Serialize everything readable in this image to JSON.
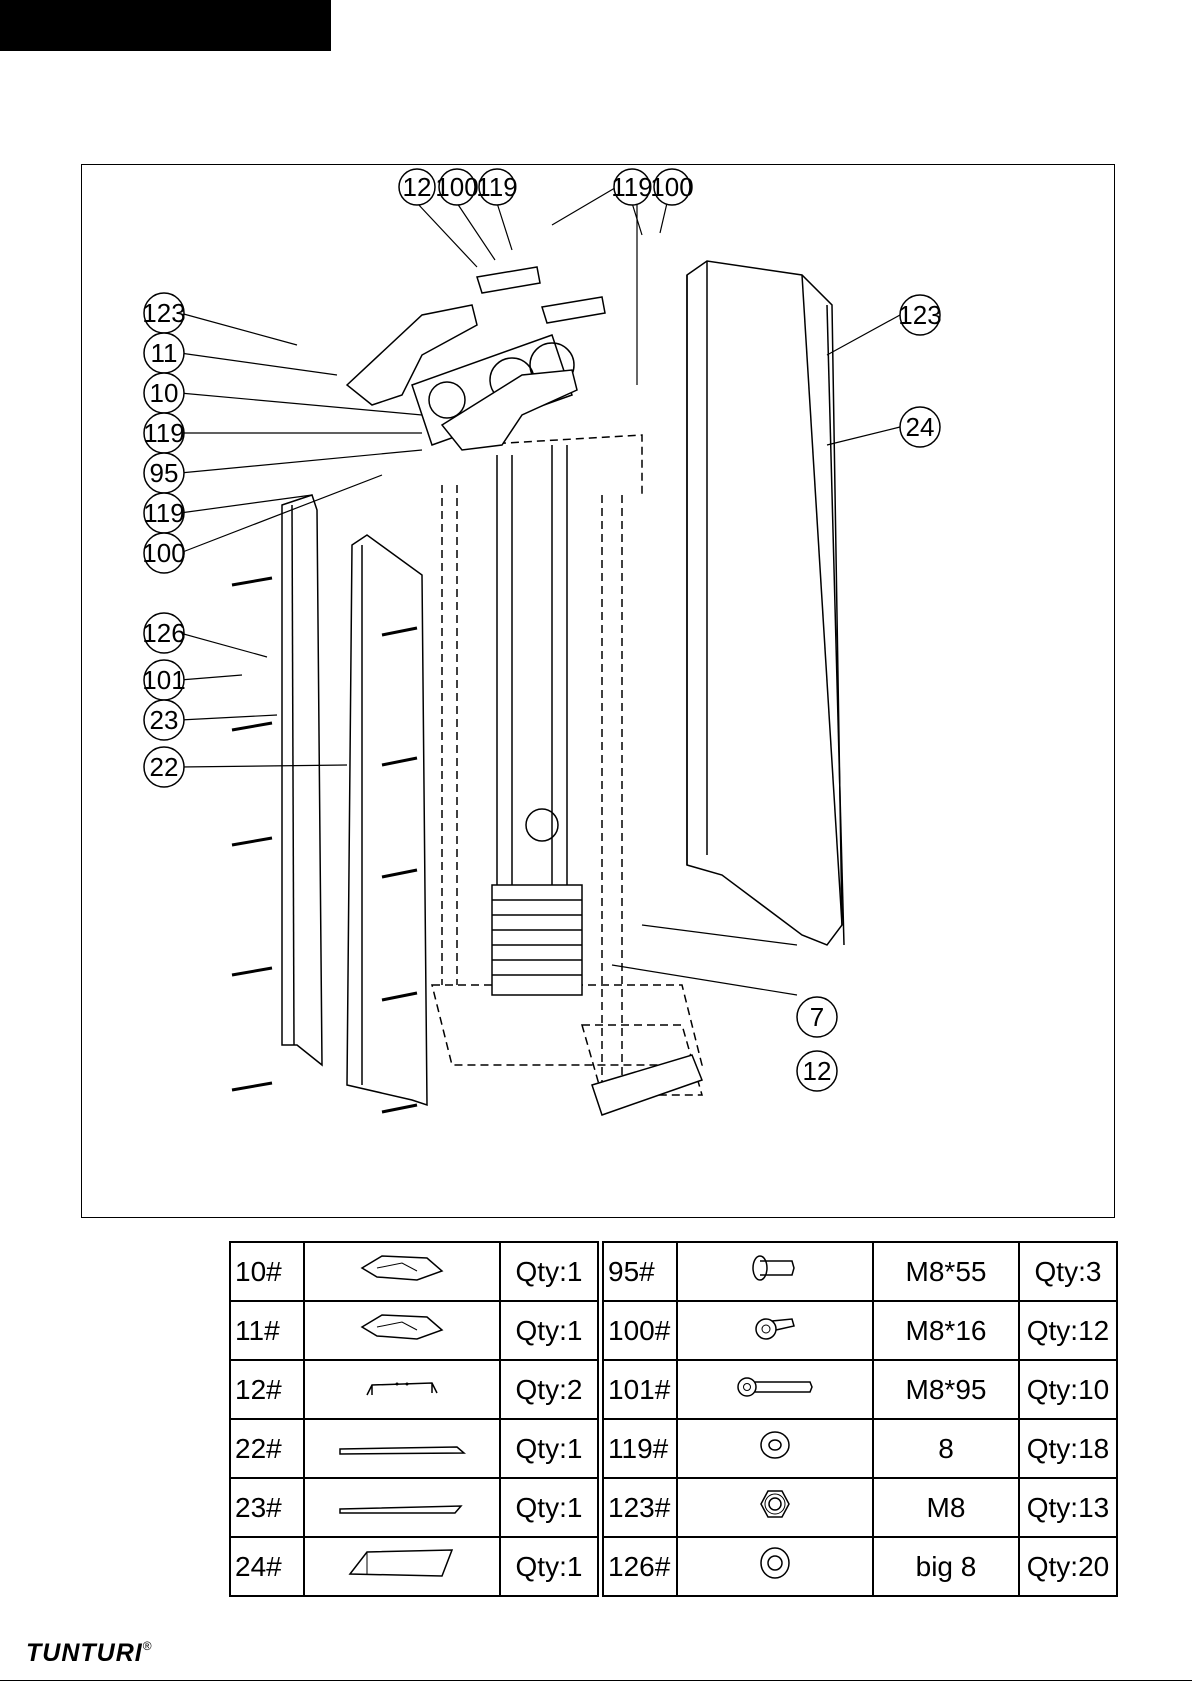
{
  "diagram": {
    "callouts": [
      {
        "id": "c-12-top",
        "label": "12"
      },
      {
        "id": "c-100-top",
        "label": "100"
      },
      {
        "id": "c-119-top",
        "label": "119"
      },
      {
        "id": "c-119-top-right",
        "label": "119"
      },
      {
        "id": "c-100-top-right",
        "label": "100"
      },
      {
        "id": "c-123-left",
        "label": "123"
      },
      {
        "id": "c-11",
        "label": "11"
      },
      {
        "id": "c-10",
        "label": "10"
      },
      {
        "id": "c-119-left",
        "label": "119"
      },
      {
        "id": "c-95",
        "label": "95"
      },
      {
        "id": "c-119-left2",
        "label": "119"
      },
      {
        "id": "c-100-left",
        "label": "100"
      },
      {
        "id": "c-126",
        "label": "126"
      },
      {
        "id": "c-101",
        "label": "101"
      },
      {
        "id": "c-23",
        "label": "23"
      },
      {
        "id": "c-22",
        "label": "22"
      },
      {
        "id": "c-123-right",
        "label": "123"
      },
      {
        "id": "c-24",
        "label": "24"
      },
      {
        "id": "c-7",
        "label": "7"
      },
      {
        "id": "c-12-bottom",
        "label": "12"
      }
    ]
  },
  "parts_left": [
    {
      "num": "10#",
      "icon": "pulley-bracket-icon",
      "qty": "Qty:1"
    },
    {
      "num": "11#",
      "icon": "pulley-bracket-icon",
      "qty": "Qty:1"
    },
    {
      "num": "12#",
      "icon": "mounting-bracket-icon",
      "qty": "Qty:2"
    },
    {
      "num": "22#",
      "icon": "side-cover-icon",
      "qty": "Qty:1"
    },
    {
      "num": "23#",
      "icon": "side-cover-icon",
      "qty": "Qty:1"
    },
    {
      "num": "24#",
      "icon": "rear-cover-icon",
      "qty": "Qty:1"
    }
  ],
  "parts_right": [
    {
      "num": "95#",
      "icon": "bushing-icon",
      "spec": "M8*55",
      "qty": "Qty:3"
    },
    {
      "num": "100#",
      "icon": "bolt-icon",
      "spec": "M8*16",
      "qty": "Qty:12"
    },
    {
      "num": "101#",
      "icon": "long-bolt-icon",
      "spec": "M8*95",
      "qty": "Qty:10"
    },
    {
      "num": "119#",
      "icon": "washer-icon",
      "spec": "8",
      "qty": "Qty:18"
    },
    {
      "num": "123#",
      "icon": "nut-icon",
      "spec": "M8",
      "qty": "Qty:13"
    },
    {
      "num": "126#",
      "icon": "big-washer-icon",
      "spec": "big 8",
      "qty": "Qty:20"
    }
  ],
  "brand": {
    "name": "TUNTURI",
    "mark": "®"
  },
  "colors": {
    "ink": "#000000",
    "paper": "#ffffff"
  }
}
